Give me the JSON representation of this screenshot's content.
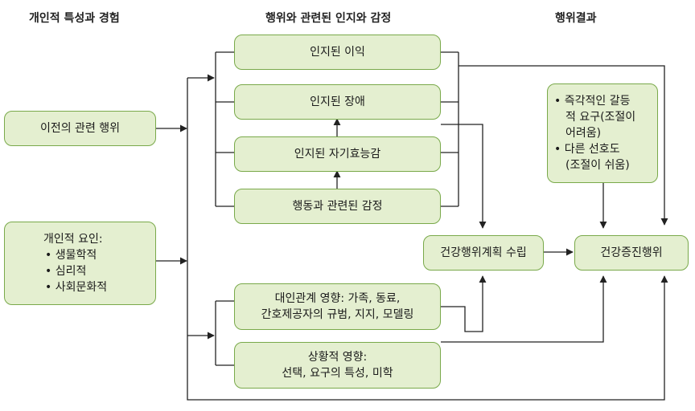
{
  "headers": {
    "col1": "개인적 특성과 경험",
    "col2": "행위와 관련된 인지와 감정",
    "col3": "행위결과"
  },
  "boxes": {
    "prior_behavior": "이전의 관련 행위",
    "personal_factors": {
      "title": "개인적 요인:",
      "items": [
        "생물학적",
        "심리적",
        "사회문화적"
      ]
    },
    "perceived_benefits": "인지된 이익",
    "perceived_barriers": "인지된 장애",
    "perceived_self_efficacy": "인지된 자기효능감",
    "activity_affect": "행동과 관련된 감정",
    "interpersonal": {
      "line1": "대인관계 영향: 가족, 동료,",
      "line2": "간호제공자의 규범, 지지, 모델링"
    },
    "situational": {
      "line1": "상황적 영향:",
      "line2": "선택, 요구의 특성, 미학"
    },
    "competing": {
      "item1_line1": "즉각적인 갈등",
      "item1_line2": "적 요구(조절이",
      "item1_line3": "어려움)",
      "item2_line1": "다른 선호도",
      "item2_line2": "(조절이 쉬움)"
    },
    "plan": "건강행위계획 수립",
    "health_promoting": "건강증진행위"
  },
  "colors": {
    "box_fill": "#e4efd0",
    "box_border": "#79a94a",
    "arrow": "#222222"
  }
}
